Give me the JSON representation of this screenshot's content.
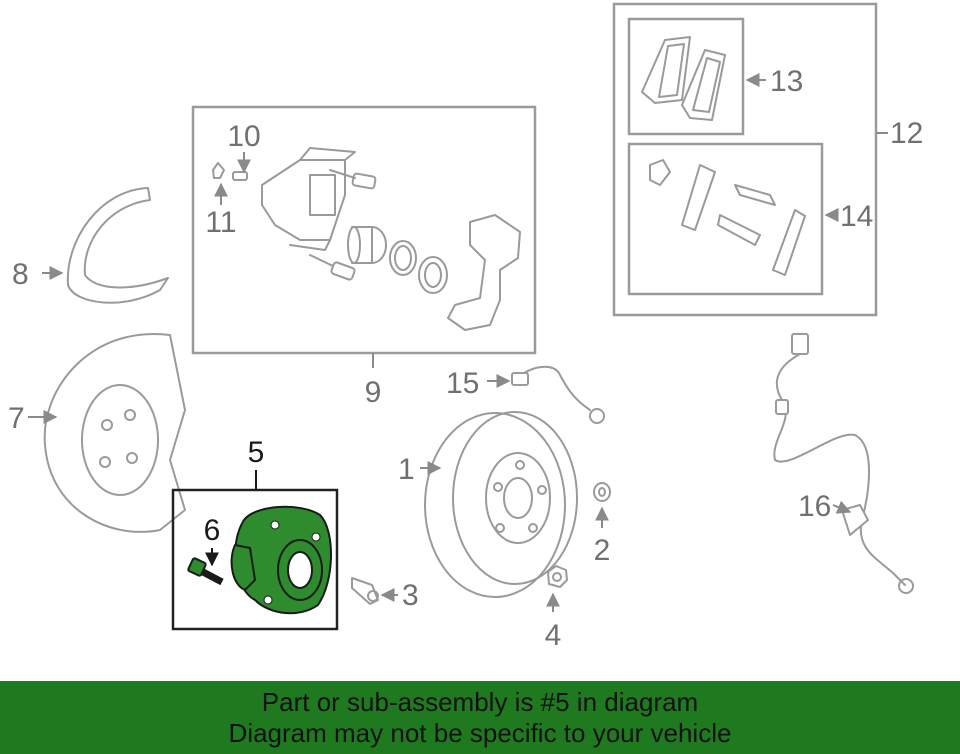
{
  "callouts": {
    "c1": "1",
    "c2": "2",
    "c3": "3",
    "c4": "4",
    "c5": "5",
    "c6": "6",
    "c7": "7",
    "c8": "8",
    "c9": "9",
    "c10": "10",
    "c11": "11",
    "c12": "12",
    "c13": "13",
    "c14": "14",
    "c15": "15",
    "c16": "16"
  },
  "highlight_color": "#2e8b2e",
  "banner": {
    "line1": "Part or sub-assembly is #5 in diagram",
    "line2": "Diagram may not be specific to your vehicle",
    "color": "#1f7a1f"
  }
}
